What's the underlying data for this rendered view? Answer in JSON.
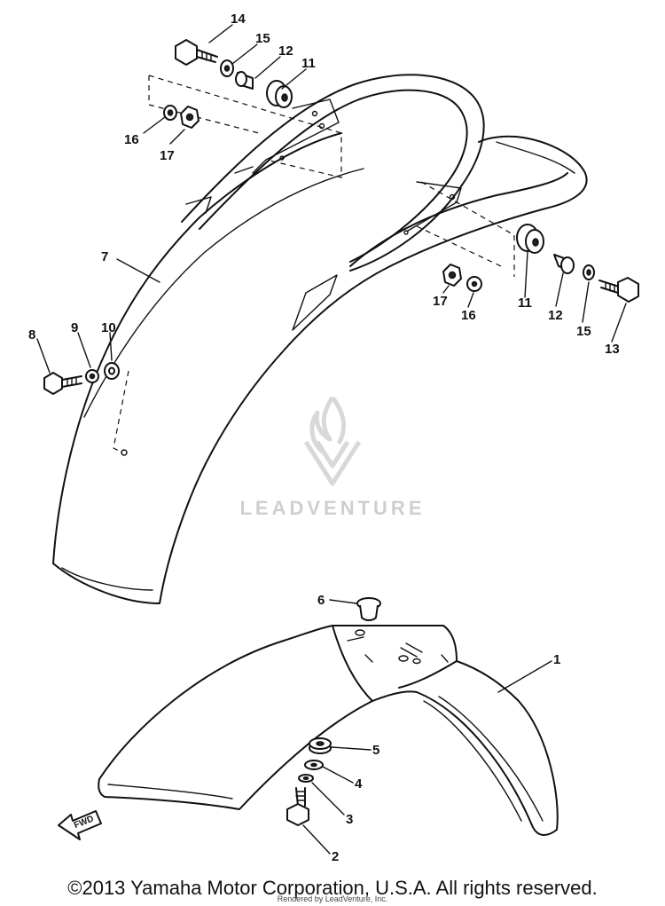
{
  "watermark": {
    "text": "LEADVENTURE"
  },
  "fwd_label": "FWD",
  "callouts": [
    {
      "id": "c14a",
      "label": "14"
    },
    {
      "id": "c15a",
      "label": "15"
    },
    {
      "id": "c12a",
      "label": "12"
    },
    {
      "id": "c11a",
      "label": "11"
    },
    {
      "id": "c16a",
      "label": "16"
    },
    {
      "id": "c17a",
      "label": "17"
    },
    {
      "id": "c7",
      "label": "7"
    },
    {
      "id": "c17b",
      "label": "17"
    },
    {
      "id": "c16b",
      "label": "16"
    },
    {
      "id": "c11b",
      "label": "11"
    },
    {
      "id": "c12b",
      "label": "12"
    },
    {
      "id": "c15b",
      "label": "15"
    },
    {
      "id": "c13",
      "label": "13"
    },
    {
      "id": "c8",
      "label": "8"
    },
    {
      "id": "c9",
      "label": "9"
    },
    {
      "id": "c10",
      "label": "10"
    },
    {
      "id": "c6",
      "label": "6"
    },
    {
      "id": "c1",
      "label": "1"
    },
    {
      "id": "c5",
      "label": "5"
    },
    {
      "id": "c4",
      "label": "4"
    },
    {
      "id": "c3",
      "label": "3"
    },
    {
      "id": "c2",
      "label": "2"
    }
  ],
  "footer": {
    "copyright": "©2013 Yamaha Motor Corporation, U.S.A. All rights reserved.",
    "rendered_by": "Rendered by LeadVenture, Inc."
  }
}
